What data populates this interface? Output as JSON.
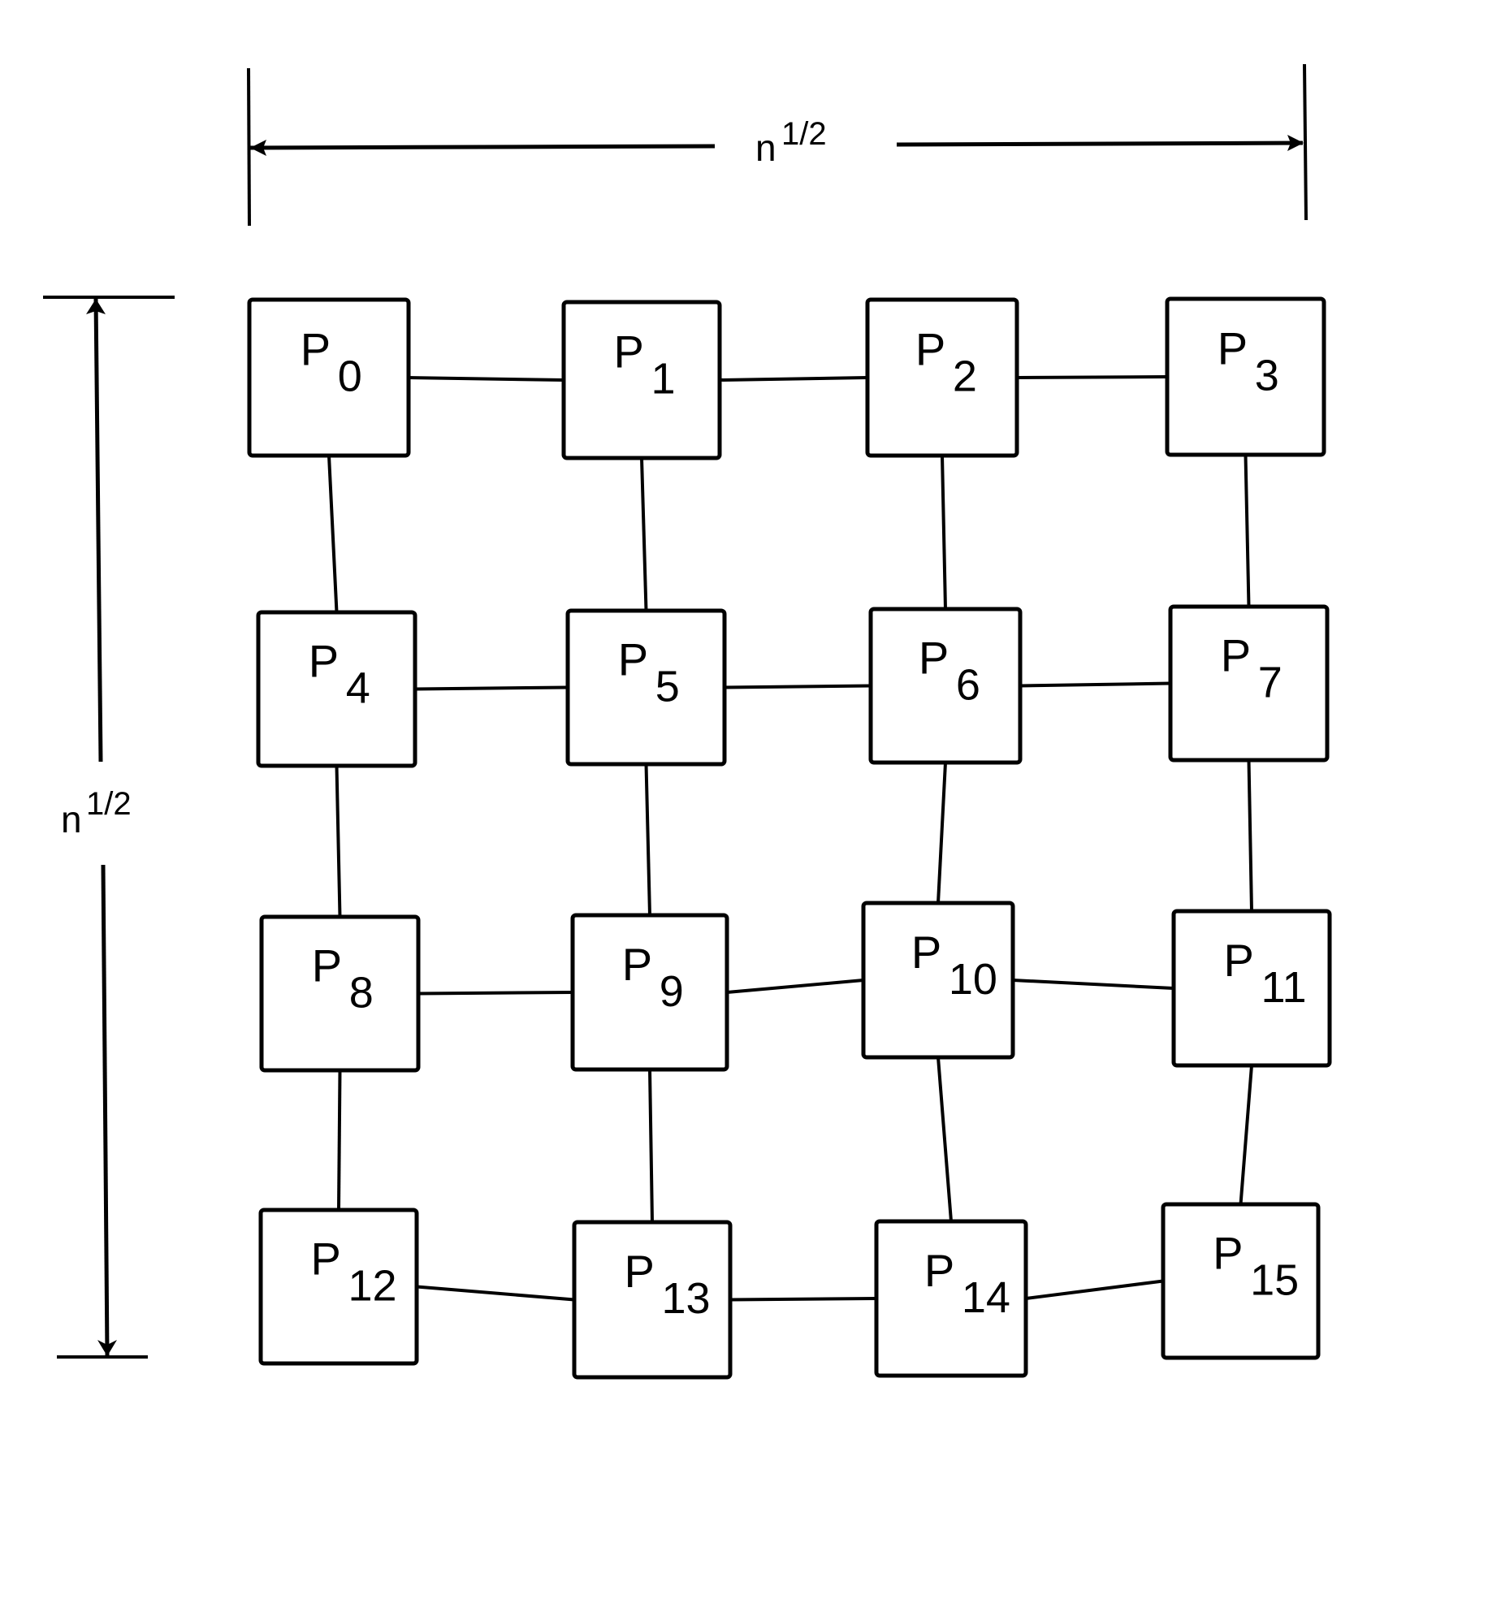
{
  "diagram": {
    "type": "2D mesh processor array",
    "rows": 4,
    "cols": 4,
    "processor_prefix": "P",
    "processors": [
      {
        "name": "P",
        "sub": "0"
      },
      {
        "name": "P",
        "sub": "1"
      },
      {
        "name": "P",
        "sub": "2"
      },
      {
        "name": "P",
        "sub": "3"
      },
      {
        "name": "P",
        "sub": "4"
      },
      {
        "name": "P",
        "sub": "5"
      },
      {
        "name": "P",
        "sub": "6"
      },
      {
        "name": "P",
        "sub": "7"
      },
      {
        "name": "P",
        "sub": "8"
      },
      {
        "name": "P",
        "sub": "9"
      },
      {
        "name": "P",
        "sub": "10"
      },
      {
        "name": "P",
        "sub": "11"
      },
      {
        "name": "P",
        "sub": "12"
      },
      {
        "name": "P",
        "sub": "13"
      },
      {
        "name": "P",
        "sub": "14"
      },
      {
        "name": "P",
        "sub": "15"
      }
    ],
    "connections": "nearest-neighbor horizontal and vertical links",
    "dimension_labels": {
      "width": {
        "base": "n",
        "exponent": "1/2"
      },
      "height": {
        "base": "n",
        "exponent": "1/2"
      }
    }
  }
}
